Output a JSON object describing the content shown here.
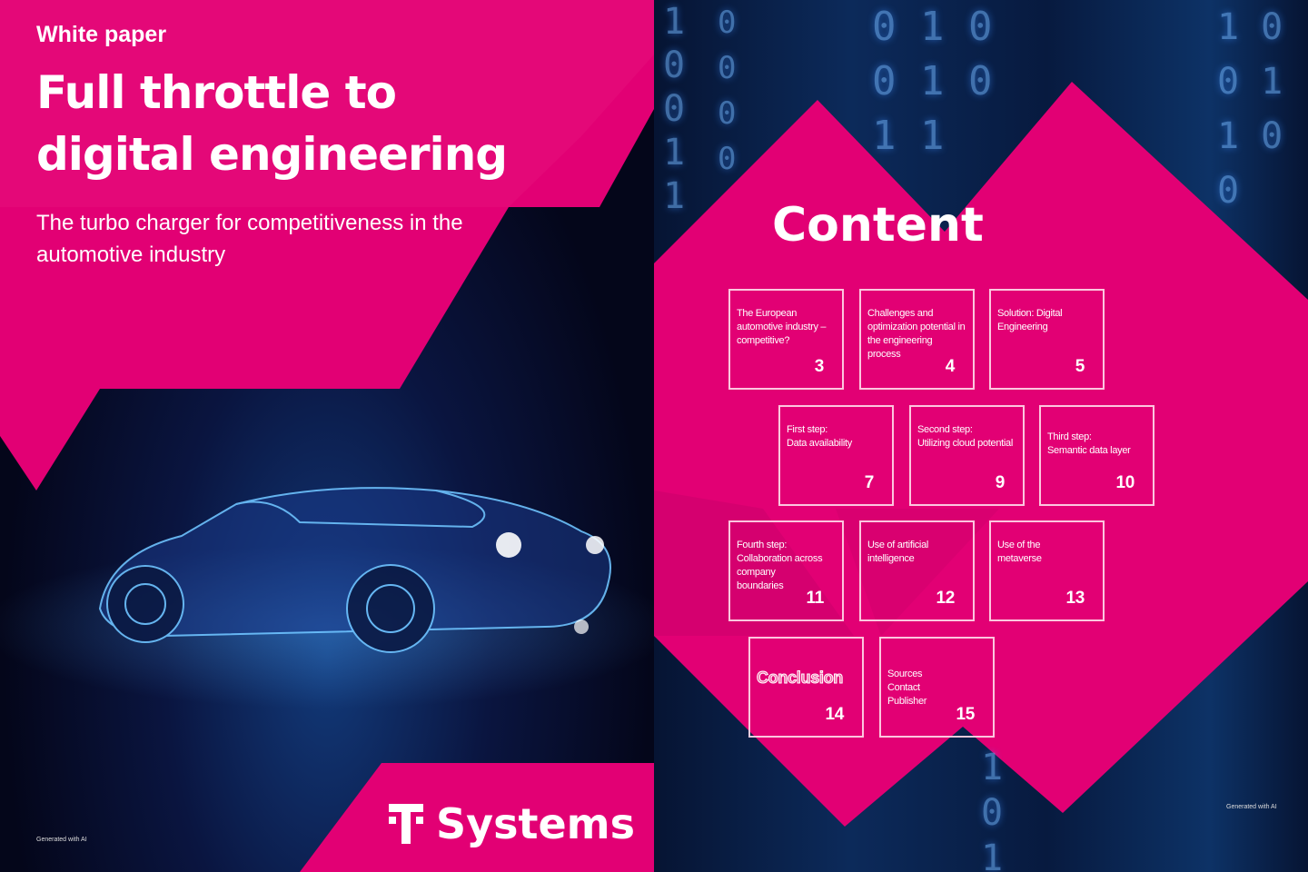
{
  "cover": {
    "kicker": "White paper",
    "title_line1": "Full throttle to",
    "title_line2": "digital engineering",
    "subtitle": "The turbo charger for competitiveness in the automotive industry",
    "ai_note": "Generated with AI",
    "logo_text": "Systems",
    "brand_color": "#e20074"
  },
  "contents": {
    "title": "Content",
    "ai_note": "Generated with AI",
    "items": [
      {
        "label": "The European\nautomotive industry –\ncompetitive?",
        "page": "3"
      },
      {
        "label": "Challenges and\noptimization potential in\nthe engineering process",
        "page": "4"
      },
      {
        "label": "Solution: Digital\nEngineering",
        "page": "5"
      },
      {
        "label": "First step:\nData availability",
        "page": "7"
      },
      {
        "label": "Second step:\nUtilizing cloud potential",
        "page": "9"
      },
      {
        "label": "Third step:\nSemantic data layer",
        "page": "10"
      },
      {
        "label": "Fourth step:\nCollaboration across\ncompany\nboundaries",
        "page": "11"
      },
      {
        "label": "Use of artificial\nintelligence",
        "page": "12"
      },
      {
        "label": "Use of the\nmetaverse",
        "page": "13"
      },
      {
        "label": "Conclusion",
        "page": "14"
      },
      {
        "label": "Sources\nContact\nPublisher",
        "page": "15"
      }
    ]
  }
}
